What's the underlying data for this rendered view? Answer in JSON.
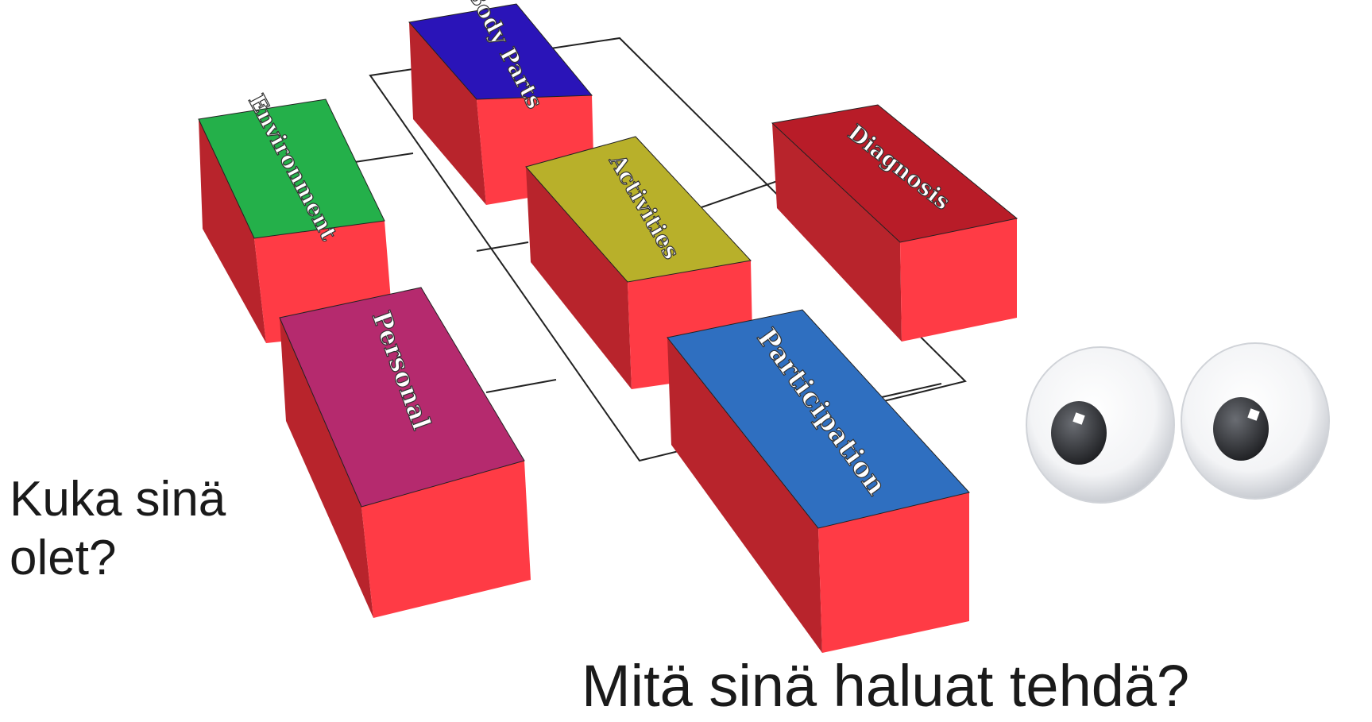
{
  "blocks": [
    {
      "id": "body",
      "label": "Body Parts",
      "top_color": "#2a14b8"
    },
    {
      "id": "environment",
      "label": "Environment",
      "top_color": "#24b04a"
    },
    {
      "id": "activities",
      "label": "Activities",
      "top_color": "#b8b02a"
    },
    {
      "id": "diagnosis",
      "label": "Diagnosis",
      "top_color": "#b81c28"
    },
    {
      "id": "personal",
      "label": "Personal",
      "top_color": "#b52a6e"
    },
    {
      "id": "participation",
      "label": "Participation",
      "top_color": "#2f6fc0"
    }
  ],
  "side_color": "#ff3b45",
  "side_dark_color": "#b8242c",
  "questions": {
    "who": "Kuka sinä olet?",
    "what": "Mitä sinä haluat tehdä?"
  },
  "eyes_icon": "googly-eyes-icon"
}
